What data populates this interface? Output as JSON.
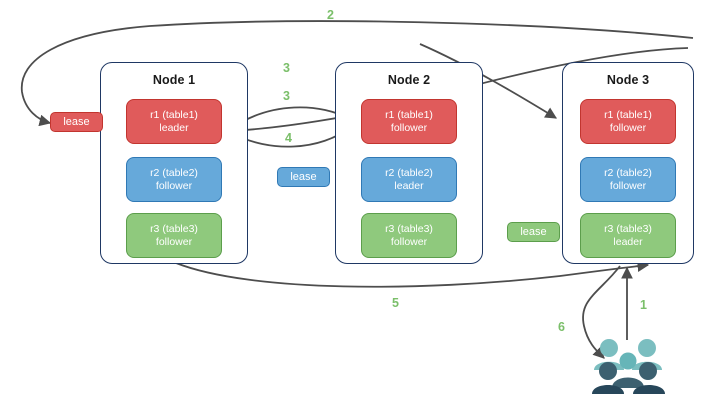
{
  "diagram": {
    "title_hidden": "",
    "colors": {
      "red_fill": "#e05b5b",
      "red_border": "#c2352f",
      "blue_fill": "#66a9da",
      "blue_border": "#3079b5",
      "green_fill": "#8fc97d",
      "green_border": "#5c9e4c",
      "node_border": "#1f3864",
      "arrow": "#4d4d4d",
      "step_number": "#7bbf6a",
      "people_light": "#7bbec0",
      "people_dark": "#2e4e5e"
    },
    "nodes": [
      {
        "title": "Node 1",
        "replicas": [
          {
            "name": "r1 (table1)",
            "role": "leader",
            "color": "red"
          },
          {
            "name": "r2 (table2)",
            "role": "follower",
            "color": "blue"
          },
          {
            "name": "r3 (table3)",
            "role": "follower",
            "color": "green"
          }
        ]
      },
      {
        "title": "Node 2",
        "replicas": [
          {
            "name": "r1 (table1)",
            "role": "follower",
            "color": "red"
          },
          {
            "name": "r2 (table2)",
            "role": "leader",
            "color": "blue"
          },
          {
            "name": "r3 (table3)",
            "role": "follower",
            "color": "green"
          }
        ]
      },
      {
        "title": "Node 3",
        "replicas": [
          {
            "name": "r1 (table1)",
            "role": "follower",
            "color": "red"
          },
          {
            "name": "r2 (table2)",
            "role": "follower",
            "color": "blue"
          },
          {
            "name": "r3 (table3)",
            "role": "leader",
            "color": "green"
          }
        ]
      }
    ],
    "leases": [
      {
        "label": "lease",
        "color": "red"
      },
      {
        "label": "lease",
        "color": "blue"
      },
      {
        "label": "lease",
        "color": "green"
      }
    ],
    "steps": [
      {
        "label": "1"
      },
      {
        "label": "2"
      },
      {
        "label": "3"
      },
      {
        "label": "3"
      },
      {
        "label": "4"
      },
      {
        "label": "5"
      },
      {
        "label": "6"
      }
    ],
    "people_icon": "people-group-icon"
  }
}
